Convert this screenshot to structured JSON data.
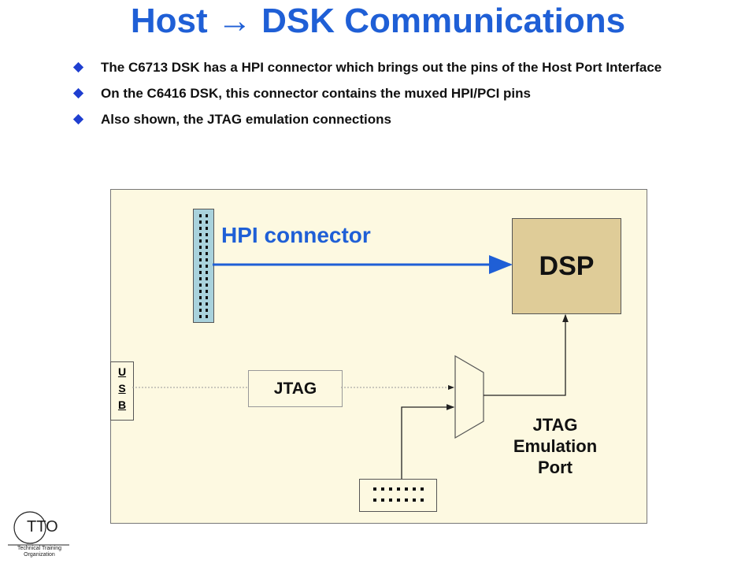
{
  "slide": {
    "title": "Host → DSK Communications",
    "bullets": [
      "The C6713 DSK has a HPI connector which brings out the pins of the Host Port Interface",
      "On the C6416 DSK, this connector contains the muxed HPI/PCI pins",
      "Also shown, the JTAG emulation connections"
    ]
  },
  "diagram": {
    "hpi_label": "HPI connector",
    "dsp_label": "DSP",
    "usb_letters": [
      "U",
      "S",
      "B"
    ],
    "jtag_label": "JTAG",
    "emulation_label_lines": [
      "JTAG",
      "Emulation",
      "Port"
    ]
  },
  "logo": {
    "text": "TTO",
    "sub_lines": [
      "Technical Training",
      "Organization"
    ]
  },
  "colors": {
    "title": "#1f5fd6",
    "board": "#fdf9e1",
    "dsp": "#dfcc98",
    "hpi_connector": "#a9d2dc",
    "hpi_line": "#1f5fd6"
  }
}
